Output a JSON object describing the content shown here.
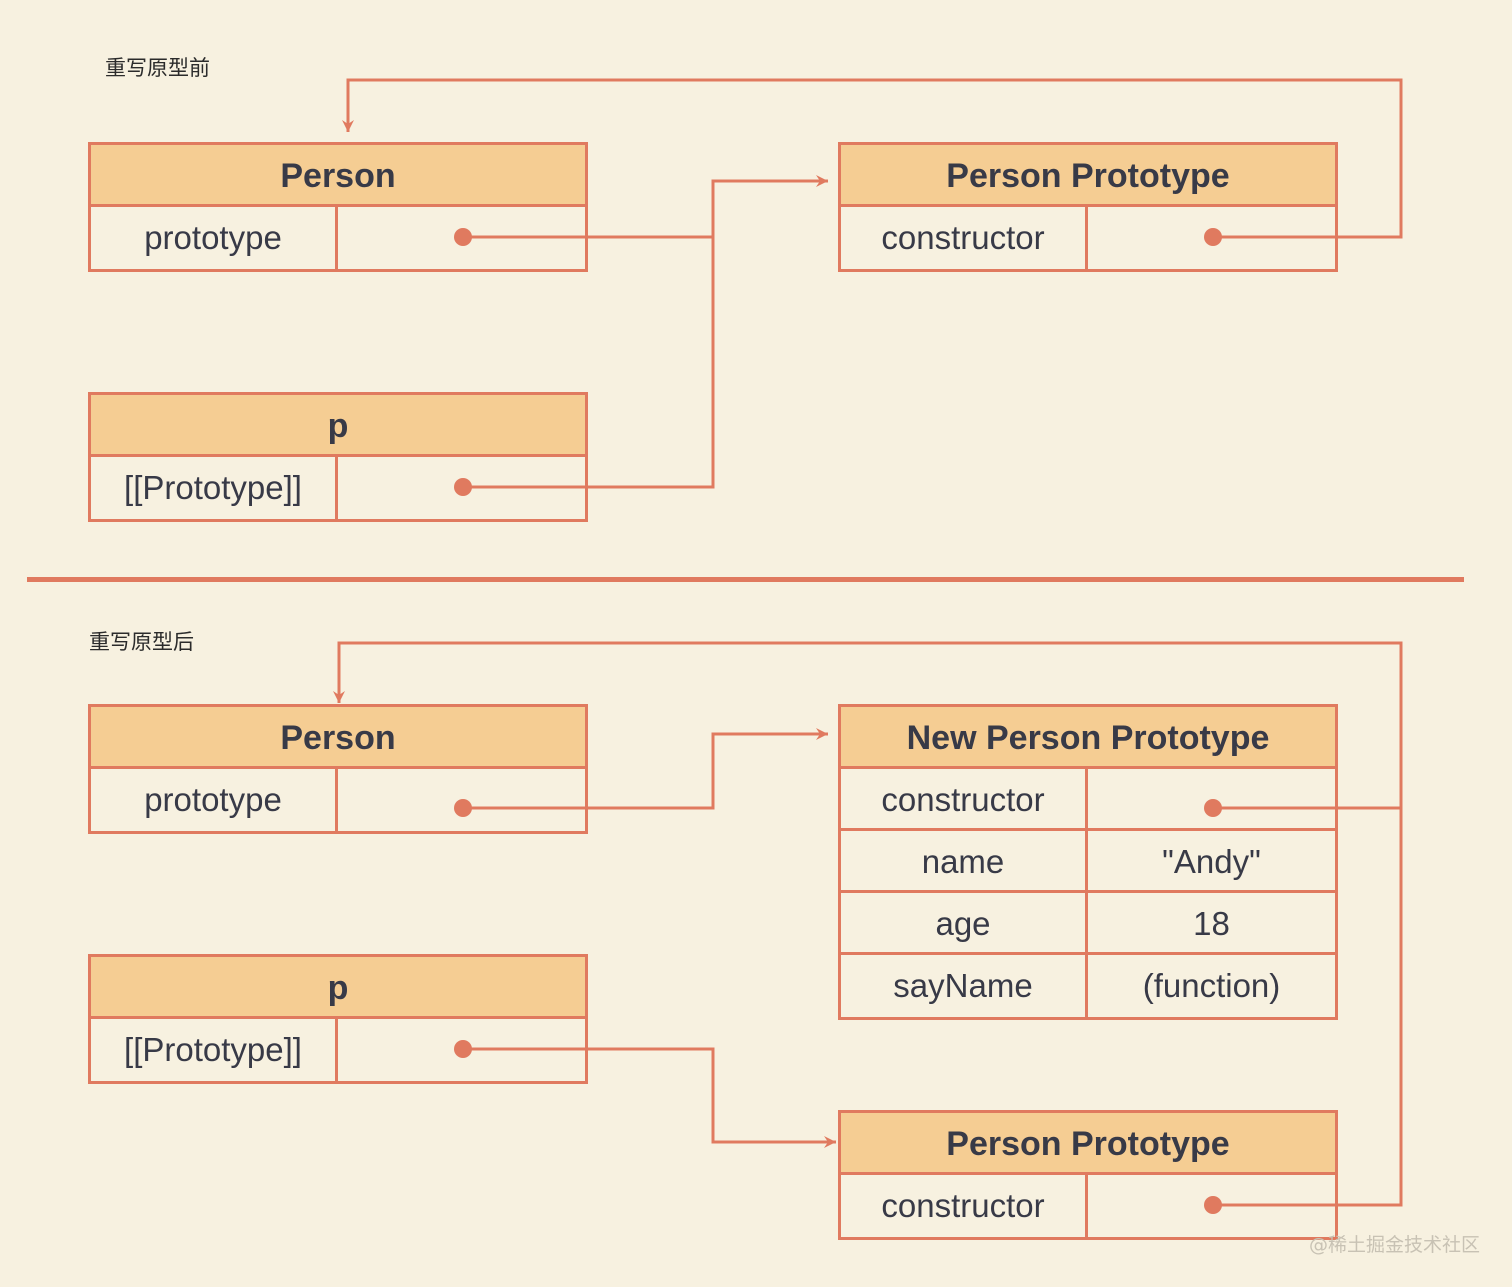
{
  "sections": {
    "before_label": "重写原型前",
    "after_label": "重写原型后"
  },
  "before": {
    "person": {
      "title": "Person",
      "rows": [
        {
          "key": "prototype",
          "value": ""
        }
      ]
    },
    "person_prototype": {
      "title": "Person Prototype",
      "rows": [
        {
          "key": "constructor",
          "value": ""
        }
      ]
    },
    "p": {
      "title": "p",
      "rows": [
        {
          "key": "[[Prototype]]",
          "value": ""
        }
      ]
    }
  },
  "after": {
    "person": {
      "title": "Person",
      "rows": [
        {
          "key": "prototype",
          "value": ""
        }
      ]
    },
    "new_person_prototype": {
      "title": "New Person Prototype",
      "rows": [
        {
          "key": "constructor",
          "value": ""
        },
        {
          "key": "name",
          "value": "\"Andy\""
        },
        {
          "key": "age",
          "value": "18"
        },
        {
          "key": "sayName",
          "value": "(function)"
        }
      ]
    },
    "p": {
      "title": "p",
      "rows": [
        {
          "key": "[[Prototype]]",
          "value": ""
        }
      ]
    },
    "person_prototype": {
      "title": "Person Prototype",
      "rows": [
        {
          "key": "constructor",
          "value": ""
        }
      ]
    }
  },
  "watermark": "@稀土掘金技术社区",
  "colors": {
    "background": "#f7f1e0",
    "header_fill": "#f5cd93",
    "stroke": "#e07a5f",
    "text": "#383a47"
  }
}
